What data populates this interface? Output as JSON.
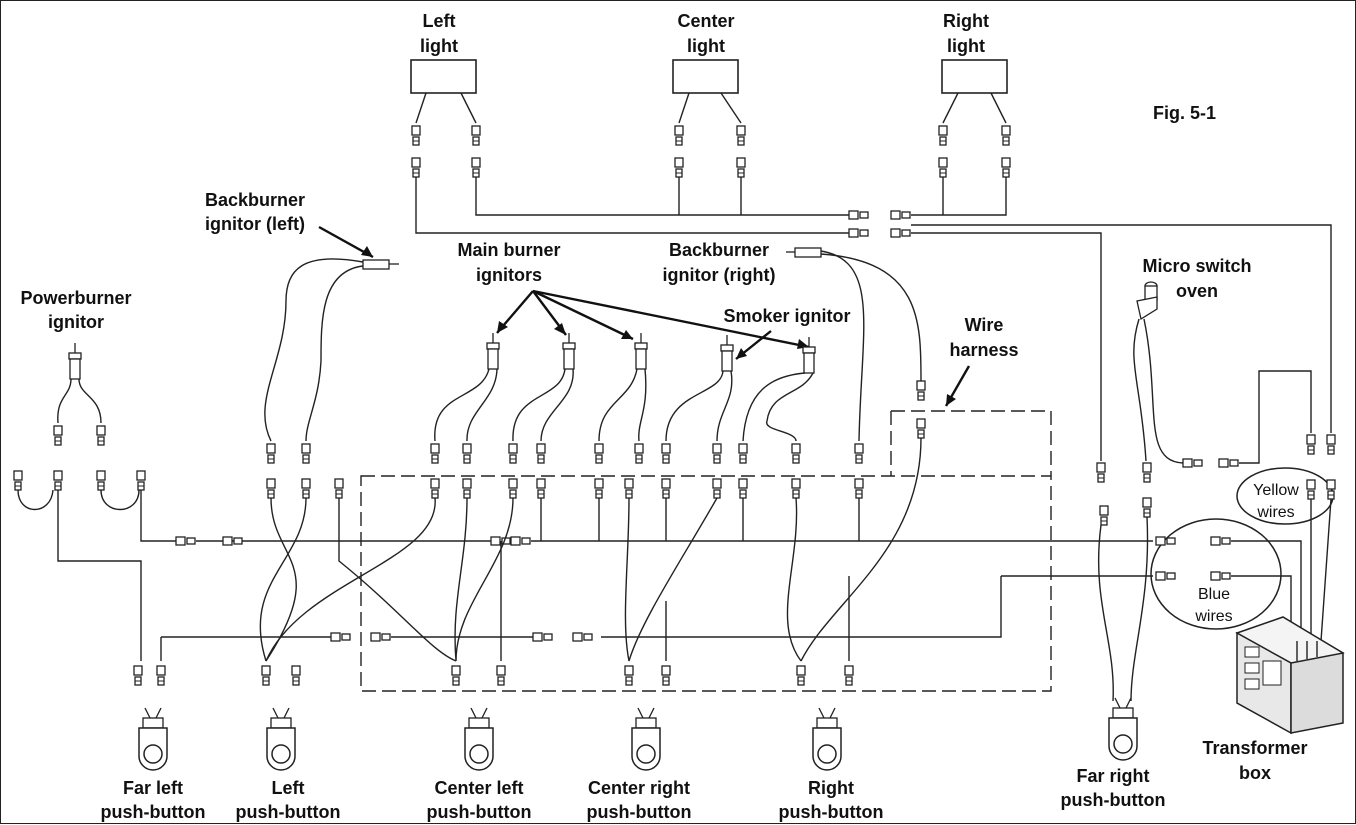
{
  "figure": {
    "number": "Fig. 5-1"
  },
  "labels": {
    "left_light_1": "Left",
    "left_light_2": "light",
    "center_light_1": "Center",
    "center_light_2": "light",
    "right_light_1": "Right",
    "right_light_2": "light",
    "backburner_left_1": "Backburner",
    "backburner_left_2": "ignitor (left)",
    "main_burner_1": "Main burner",
    "main_burner_2": "ignitors",
    "backburner_right_1": "Backburner",
    "backburner_right_2": "ignitor (right)",
    "smoker": "Smoker ignitor",
    "powerburner_1": "Powerburner",
    "powerburner_2": "ignitor",
    "micro_switch_1": "Micro switch",
    "micro_switch_2": "oven",
    "wire_harness_1": "Wire",
    "wire_harness_2": "harness",
    "yellow_1": "Yellow",
    "yellow_2": "wires",
    "blue_1": "Blue",
    "blue_2": "wires",
    "transformer_1": "Transformer",
    "transformer_2": "box"
  },
  "push_buttons": [
    {
      "line1": "Far left",
      "line2": "push-button"
    },
    {
      "line1": "Left",
      "line2": "push-button"
    },
    {
      "line1": "Center left",
      "line2": "push-button"
    },
    {
      "line1": "Center right",
      "line2": "push-button"
    },
    {
      "line1": "Right",
      "line2": "push-button"
    },
    {
      "line1": "Far right",
      "line2": "push-button"
    }
  ]
}
